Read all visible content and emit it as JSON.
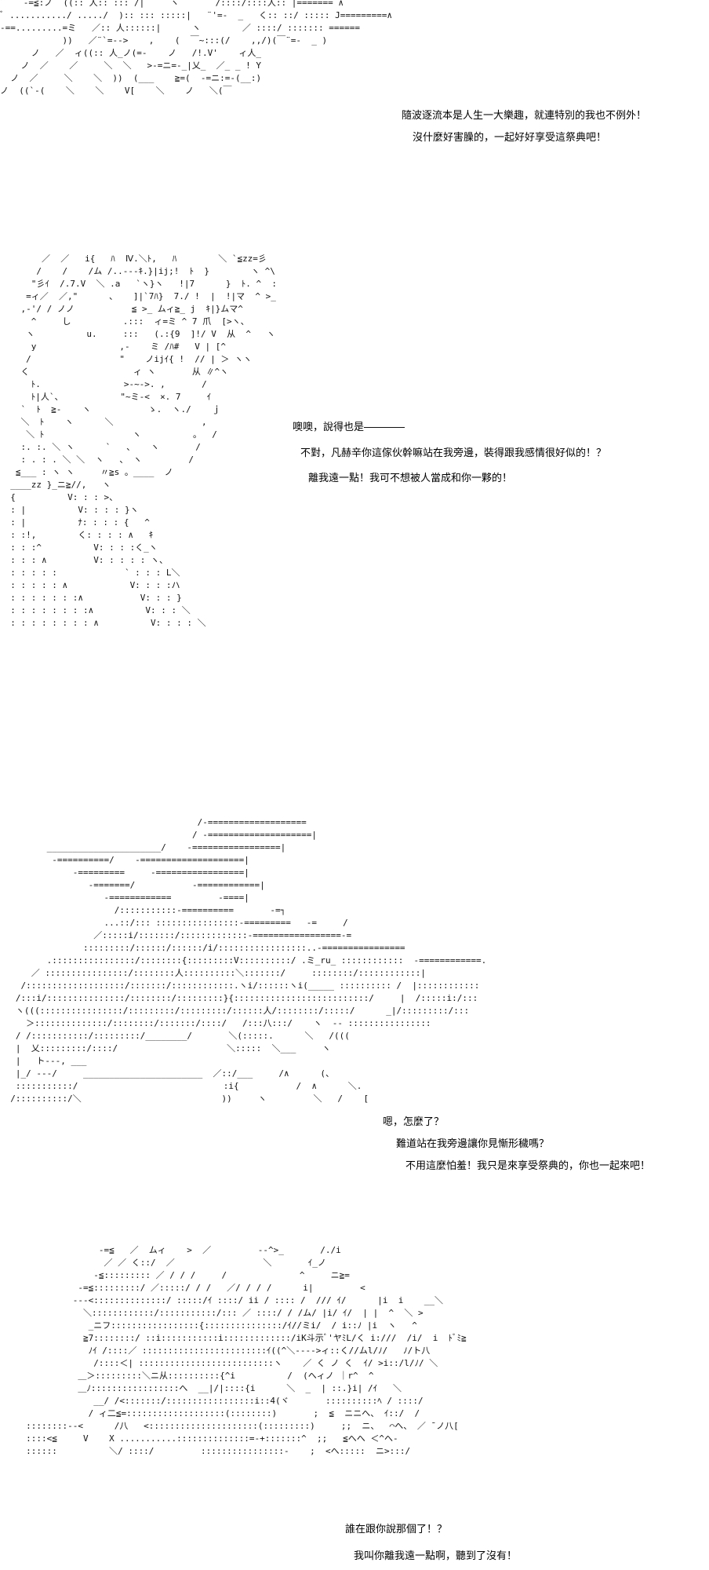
{
  "panels": [
    {
      "dialogue": [
        "隨波逐流本是人生一大樂趣，就連特別的我也不例外！",
        "沒什麼好害臊的，一起好好享受這祭典吧！"
      ],
      "art": [
        "ﾞ  ￣-=≦:ノ  ((:: 人:: ::: /|     ヽ       /::::/::::人:: |======= ∧",
        "ﾞ .........../ ...../  ):: ::: :::::|   ¨'=-  _   く:: ::/ ::::: J=========∧",
        "-==.........=ミ   ／:: 人::::::|      ヽ        ／ ::::/ ::::::: ======",
        "            ))   ／¨`=-->    ,    (  ￣~:::(/    ,,/)(￣¨=-  _ )",
        "      ノ   ／  ィ((:: 人_ノ(=-    ノ   /!.V'    ィ人_",
        "    ノ  ／    ／     ＼  ＼   >-=ニ=-_|乂_  ／_ _ ! Y",
        "  ノ  ／     ＼    ＼  ))  (___    ≧=(  -=ニ:=-(__:)",
        "ノ  ((`-(    ＼    ＼    V[    ＼    ノ   ＼(￣"
      ]
    },
    {
      "dialogue": [
        "噢噢，說得也是――――",
        "不對，凡赫辛你這傢伙幹嘛站在我旁邊，裝得跟我感情很好似的！？",
        "離我遠一點！我可不想被人當成和你一夥的！"
      ],
      "art": [
        "        ／  ／   i{   ﾊ  Ⅳ.＼ﾄ,   ﾊ        ＼ `≦zz=彡",
        "       /    /    /ム /..---ｷ.}|ij;!  ﾄ  }        ヽ ^\\",
        "      \"彡ｲ  /.7.V  ＼ .a   `ヽ}ヽ   !|7      }  ﾄ. ^  :",
        "     =ィ／  ／,\"      、   ]|`7ﾊ}  7./ !  |  !|マ  ^ >_",
        "    ,-'/ / ノノ           ≦ >_ ムィ≧_ j  ｷ|}ムマ^",
        "      ^     し          .:::  ィ=ミ ^ 7 爪  [>ヽ、",
        "     ヽ          u.     :::   (.:{9  ]!/ V  从  ^   ヽ",
        "      y                ,-    ミ /ﾊ#   V | [^",
        "     /                 \"    ノijｲ{ !  // | ＞ ヽヽ",
        "    く                    ィ ヽ       从 ∥^ヽ",
        "      ﾄ.                >-~->. ,       /",
        "      ﾄ|人`、           \"~ミ-<  ×. 7     ｲ",
        "    `  ﾄ  ≧-    ヽ           ゝ.  ヽ./    ｊ",
        "    ＼  ﾄ    ヽ      ＼                 ,",
        "     ＼ ﾄ                 ヽ          。  /",
        "    :. :. ＼ ヽ      `   、   ヽ       /",
        "    : . : . ＼ ＼  ヽ   、 ヽ         /",
        "   ≦___ : ヽ ヽ     〃≧s 。____  ノ",
        "  ____zz }_ニ≧//,   ヽ",
        "  {          V: : : >、",
        "  : |          V: : : : }ヽ",
        "  : |          ﾅ: : : : {   ^",
        "  : :!,        く: : : : ∧   ｷ",
        "  : : :^          V: : : :く_ヽ",
        "  : : : ∧         V: : : : : ヽ、",
        "  : : : : :             ` : : : L＼",
        "  : : : : : ∧            V: : : :ハ",
        "  : : : : : : :∧           V: : : }",
        "  : : : : : : : :∧          V: : : ＼",
        "  : : : : : : : : ∧          V: : : : ＼"
      ]
    },
    {
      "dialogue": [
        "嗯，怎麼了？",
        "難道站在我旁邊讓你見慚形穢嗎？",
        "不用這麼怕羞！我只是來享受祭典的，你也一起來吧！"
      ],
      "art": [
        "                                      /-===================",
        "                                     / -====================|",
        "         ______________________/    -=================|",
        "          -==========/    -====================|",
        "              -=========     -=================|",
        "                 -=======/           -============|",
        "                    -============         -====|",
        "                      /:::::::::::-==========       -=┐",
        "                    ...::/::: ::::::::::::::::-=========   -=     /",
        "                  ／:::::i/:::::::/:::::::::::::-=================-=",
        "                :::::::::/::::::/::::::/i/:::::::::::::::::..-================",
        "         .::::::::::::::::/::::::::{:::::::::V::::::::::/ .ミ_ru_ ::::::::::::  -============.",
        "      ／ ::::::::::::::::/::::::::人::::::::::＼:::::::/     ::::::::/::::::::::::|",
        "    /:::::::::::::::::::/:::::::/::::::::::::.ヽi/::::::ヽi(_____ :::::::::: /  |::::::::::::",
        "   /:::i/:::::::::::::::/::::::::/:::::::::}{::::::::::::::::::::::::::/     |  /:::::i:/:::",
        "   ヽ(((::::::::::::::::/:::::::::/:::::::::/::::::人/::::::::/:::::/      _|/:::::::::/:::",
        "     ＞::::::::::::::/::::::::/:::::::/::::/   /:::八:::/    ヽ  -- ::::::::::::::::",
        "   / /:::::::::::/:::::::::/________/       ＼(:::::.      ＼   /(((",
        "   |  乂:::::::::/::::/                     ＼:::::  ＼___     ヽ",
        "   |   ト---, ___",
        "   |_/ ---/     _______________________  ／::/___     /∧      (、",
        "   :::::::::::/                            :i{           /  ∧      ＼.",
        "  /::::::::::/＼                           ))     ヽ         ＼   /    ["
      ]
    },
    {
      "dialogue": [
        "誰在跟你說那個了！？",
        "我叫你離我遠一點啊，聽到了沒有！"
      ],
      "art": [
        "                   -=≦   ／  ムィ    >  ／         --^>_       /./i",
        "                    ／ ／ く::/  ／                 ＼       ｲ_ノ",
        "                  -≦::::::::: ／ / / /     /              ^     ニ≧=",
        "               -=≦:::::::::/ ／:::::/ / /   ／/ / / /      i|         <",
        "              ---<::::::::::::::/ :::::/ｲ ::::/ ii / :::: /  /// ｲ/      |i  i    __＼",
        "                ＼::::::::::::/:::::::::::/::: ／ ::::/ / /ム/ |i/ ｲ/  | |  ^  ＼ >",
        "                 _ニフ:::::::::::::::::{:::::::::::::::/ｲ//ミi/  / i::ﾉ |i  ヽ   ^",
        "                ≧7::::::::/ ::i:::::::::::i:::::::::::::/iK斗示ﾞ'ヤﾐL/く i:///  /i/  i  ﾄﾞﾐ≧",
        "                 ﾉｲ /::::／ ::::::::::::::::::::::::ｲ((^＼---->ィ::く//ムl/ﾉ/   ﾉ/ト八",
        "                  /::::＜| ::::::::::::::::::::::::::ヽ    ／ く ノ く  ｲ/ >i::/l/ﾉ/ ＼",
        "               ＿＞:::::::::＼ニ从::::::::::{^i          /  (へィノ ｜r^  ^",
        "               ＿ﾉ:::::::::::::::::へ  __|/|::::{i      ＼  _  | ::.}i| /ｲ   ＼",
        "                  __/ /<:::::::/:::::::::::::::::i::4(ヾ       ::::::::::ﾍ / ::::/",
        "                 / ィ二≦=:::::::::::::::::::(::::::::)       ;  ≦  ニニへ、 ｲ::/  /",
        "     ::::::::--<      /八   <:::::::::::::::::::::(:::::::::)     ;;  ニ、  ⌒へ、 ／ ̄ ノ八[",
        "     ::::<≦     V    X ...........::::::::::::::=-+:::::::^  ;;   ≦へへ ＜^へ-",
        "     ::::::          ＼/ ::::/         ::::::::::::::::-    ;  <へ:::::  ニ>:::/"
      ]
    }
  ]
}
